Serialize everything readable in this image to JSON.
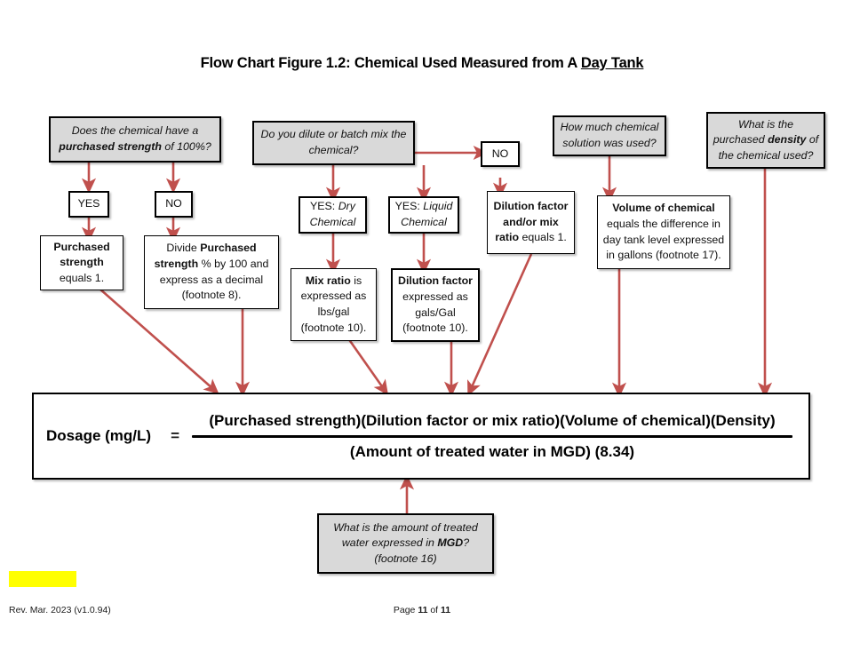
{
  "page": {
    "title_plain": "Flow Chart Figure 1.2: Chemical Used Measured from A Day Tank",
    "title_main": "Flow Chart Figure 1.2: Chemical Used Measured from A ",
    "title_underlined": "Day Tank"
  },
  "nodes": {
    "q_purchased_strength": {
      "line1": "Does the chemical have a",
      "line2_bold": "purchased strength",
      "line2_rest": " of 100%?"
    },
    "q_dilute_batch": {
      "line1": "Do you dilute or batch mix the",
      "line2": "chemical?"
    },
    "q_how_much_solution": {
      "line1": "How much chemical",
      "line2": "solution was used?"
    },
    "q_density": {
      "line1": "What is the",
      "line2_pre": "purchased ",
      "line2_bold": "density",
      "line2_post": " of",
      "line3": "the chemical used?"
    },
    "label_yes": "YES",
    "label_no": "NO",
    "label_no_dilute": "NO",
    "yes_dry": {
      "pre": "YES: ",
      "italic1": "Dry",
      "italic2": "Chemical"
    },
    "yes_liquid": {
      "pre": "YES: ",
      "italic1": "Liquid",
      "italic2": "Chemical"
    },
    "purchased_strength_equals": {
      "bold1": "Purchased",
      "bold2": "strength",
      "rest": "equals 1."
    },
    "divide_purchased_strength": {
      "line1_pre": "Divide ",
      "line1_bold": "Purchased",
      "line2_bold": "strength",
      "line2_rest": " % by 100 and",
      "line3": "express as a decimal",
      "line4": "(footnote 8)."
    },
    "mix_ratio": {
      "line1_bold": "Mix ratio",
      "line1_rest": " is",
      "line2": "expressed as",
      "line3": "lbs/gal",
      "line4": "(footnote 10)."
    },
    "dilution_factor": {
      "line1_bold": "Dilution factor",
      "line2": "expressed as",
      "line3": "gals/Gal",
      "line4": "(footnote 10)."
    },
    "dilution_factor_equals_1": {
      "line1_bold": "Dilution factor",
      "line2_bold": "and/or mix",
      "line3_bold": "ratio",
      "line3_rest": " equals 1."
    },
    "volume_of_chemical": {
      "line1_bold": "Volume of chemical",
      "line2": "equals the difference in",
      "line3": "day tank level expressed",
      "line4": "in gallons (footnote 17)."
    },
    "amount_treated_water": {
      "line1": "What is the amount of treated",
      "line2_pre": "water expressed in ",
      "line2_bold": "MGD",
      "line2_post": "?",
      "line3": "(footnote 16)"
    }
  },
  "formula": {
    "lhs": "Dosage (mg/L)",
    "equals": "=",
    "numerator": "(Purchased strength)(Dilution factor or mix ratio)(Volume of chemical)(Density)",
    "denominator": "(Amount of treated water in MGD) (8.34)"
  },
  "footer": {
    "revision": "Rev. Mar. 2023 (v1.0.94)",
    "page_prefix": "Page ",
    "page_current": "11",
    "page_middle": " of ",
    "page_total": "11"
  },
  "colors": {
    "arrow": "#c0504d",
    "box_fill_gray": "#d9d9d9",
    "box_fill_white": "#ffffff",
    "border": "#000000",
    "highlight": "#ffff00"
  }
}
